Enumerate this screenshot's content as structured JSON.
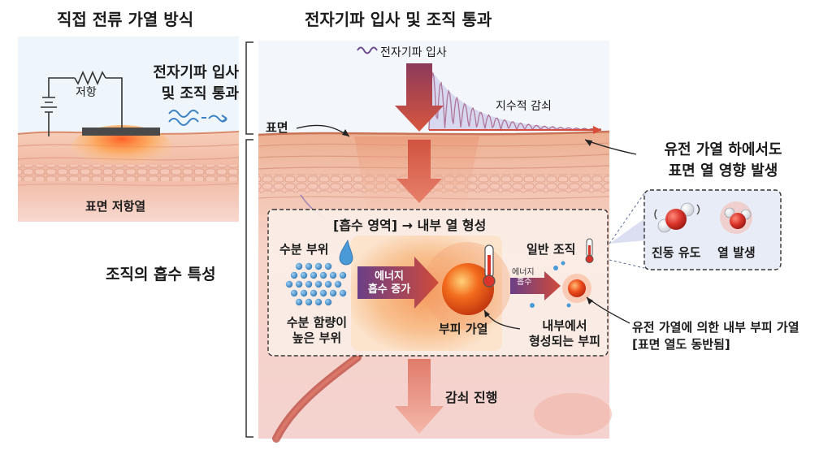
{
  "left_panel": {
    "title": "직접 전류 가열 방식",
    "resistor_label": "저항",
    "wave_label_line1": "전자기파 입사",
    "wave_label_line2": "및 조직 통과",
    "surface_heat_label": "표면 저항열"
  },
  "main_panel": {
    "title": "전자기파 입사 및 조직 통과",
    "incident_label": "전자기파 입사",
    "decay_label": "지수적 감쇠",
    "surface_label": "표면",
    "surface_effect_line1": "유전 가열 하에서도",
    "surface_effect_line2": "표면 열 영향 발생",
    "absorption_label": "조직의 흡수 특성",
    "attenuation_label": "감쇠 진행"
  },
  "inner_box": {
    "title": "[흡수 영역] → 내부 열 형성",
    "water_site": "수분 부위",
    "high_water_line1": "수분 함량이",
    "high_water_line2": "높은 부위",
    "energy_arrow_line1": "에너지",
    "energy_arrow_line2": "흡수 증가",
    "volume_heating": "부피 가열",
    "normal_tissue": "일반 조직",
    "small_energy_line1": "에너지",
    "small_energy_line2": "흡수",
    "internal_line1": "내부에서",
    "internal_line2": "형성되는 부피"
  },
  "molecule_box": {
    "vibration": "진동 유도",
    "heat": "열 발생"
  },
  "dielectric_note": {
    "line1": "유전 가열에 의한 내부 부피 가열",
    "line2": "[표면 열도 동반됨]"
  },
  "colors": {
    "arrow_red": "#c8453a",
    "tissue_pink": "#f3c9c0",
    "wave_purple": "#6d4a8c",
    "molecule_red": "#d9342a"
  },
  "icons": [
    "resistor-icon",
    "battery-icon",
    "electrode-plate",
    "water-drop-icon",
    "thermometer-icon",
    "water-molecule-icon",
    "wave-icon"
  ]
}
